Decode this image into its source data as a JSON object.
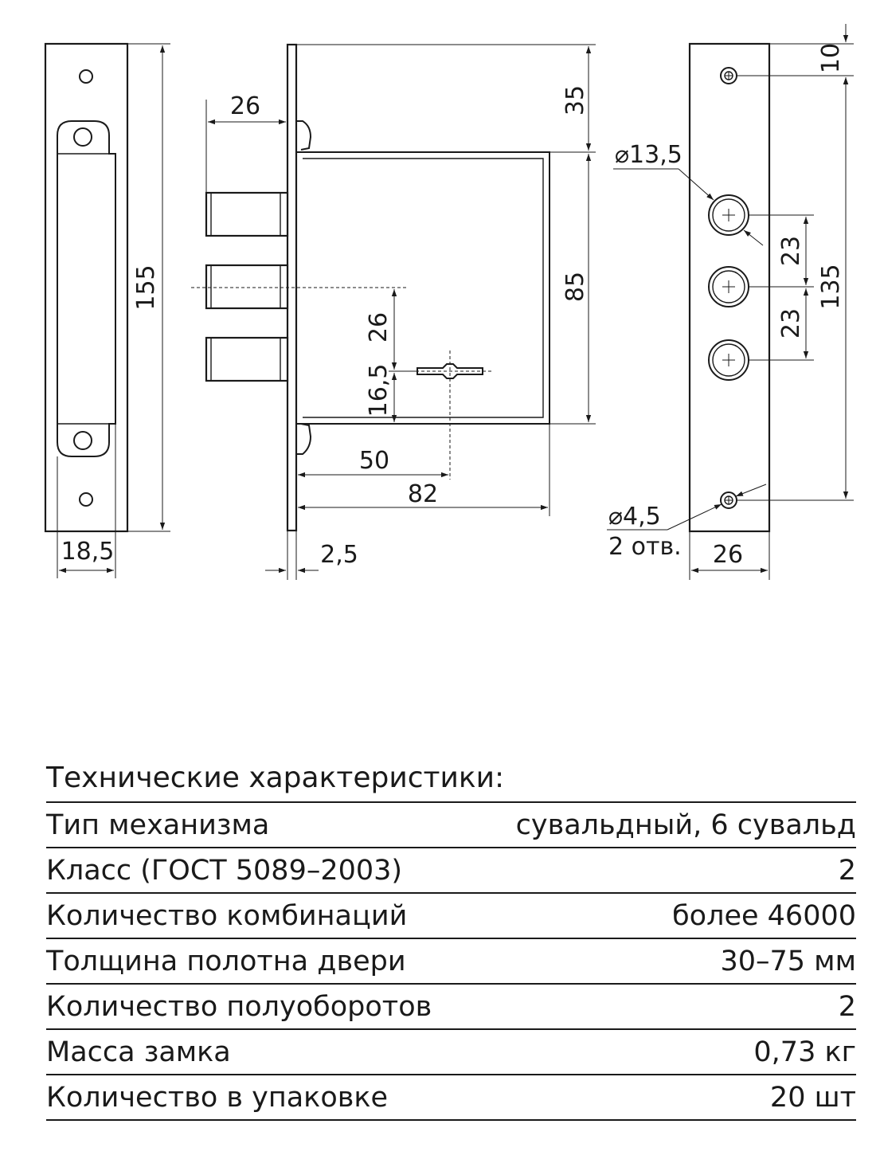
{
  "drawing": {
    "dims": {
      "strike_height": "155",
      "strike_width": "18,5",
      "bolt_projection": "26",
      "faceplate_thickness": "2,5",
      "case_top_offset": "35",
      "case_height": "85",
      "bolt_to_key": "26",
      "key_to_bottom": "16,5",
      "backset": "50",
      "case_depth": "82",
      "hole_top_offset": "10",
      "hole_spacing": "135",
      "bolt_pitch_1": "23",
      "bolt_pitch_2": "23",
      "bolt_diameter": "⌀13,5",
      "screw_diameter": "⌀4,5",
      "screw_count": "2 отв.",
      "faceplate_width": "26"
    }
  },
  "specs": {
    "title": "Технические характеристики:",
    "rows": [
      {
        "label": "Тип механизма",
        "value": "сувальдный, 6 сувальд"
      },
      {
        "label": "Класс (ГОСТ 5089–2003)",
        "value": "2"
      },
      {
        "label": "Количество комбинаций",
        "value": "более 46000"
      },
      {
        "label": "Толщина полотна двери",
        "value": "30–75 мм"
      },
      {
        "label": "Количество полуоборотов",
        "value": "2"
      },
      {
        "label": "Масса замка",
        "value": "0,73 кг"
      },
      {
        "label": "Количество в упаковке",
        "value": "20 шт"
      }
    ]
  }
}
